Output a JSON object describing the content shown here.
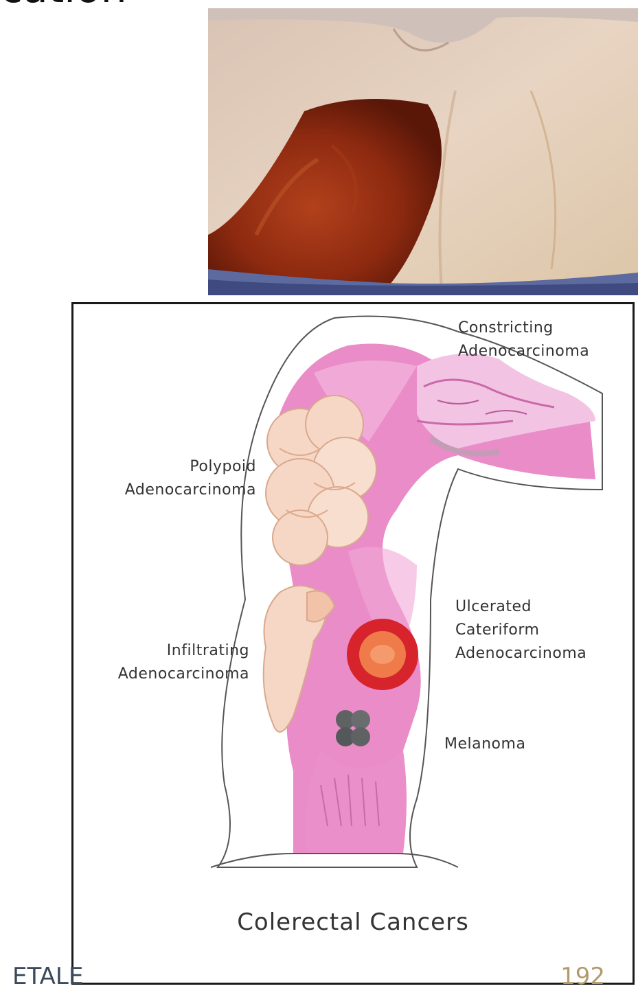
{
  "slide": {
    "title_fragment": "cation",
    "footer_left": "ETALE",
    "page_number": "192"
  },
  "figure": {
    "caption": "Colerectal Cancers",
    "labels": {
      "constricting_1": "Constricting",
      "constricting_2": "Adenocarcinoma",
      "polypoid_1": "Polypoid",
      "polypoid_2": "Adenocarcinoma",
      "ulcerated_1": "Ulcerated",
      "ulcerated_2": "Cateriform",
      "ulcerated_3": "Adenocarcinoma",
      "infiltrating_1": "Infiltrating",
      "infiltrating_2": "Adenocarcinoma",
      "melanoma": "Melanoma"
    }
  },
  "colors": {
    "bowel_pink": "#e98cc8",
    "polyp_cream": "#f6d6c4",
    "ulcer_red": "#d6232c",
    "melanoma_gray": "#5f6263",
    "footer_page": "#b49a6a"
  }
}
